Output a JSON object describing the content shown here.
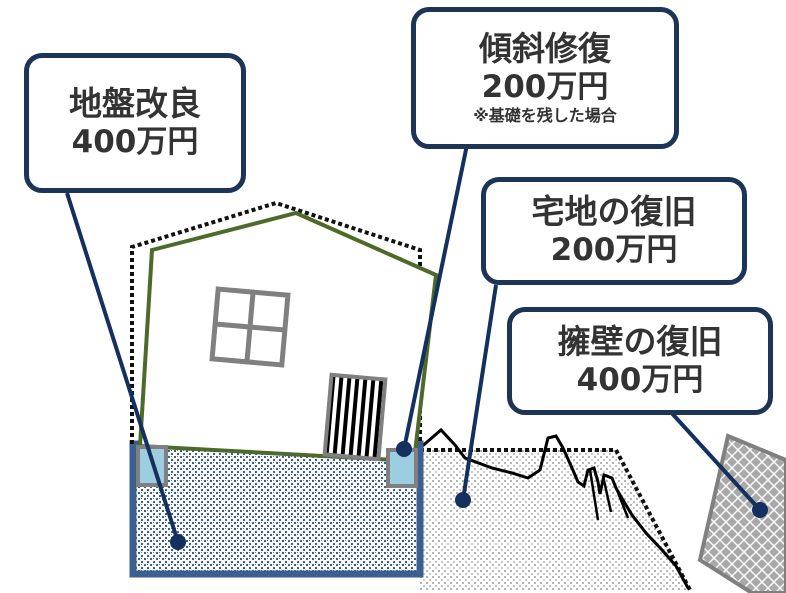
{
  "labels": {
    "ground_improvement": {
      "title": "地盤改良",
      "cost": "400万円"
    },
    "tilt_repair": {
      "title": "傾斜修復",
      "cost": "200万円",
      "note": "※基礎を残した場合"
    },
    "lot_restoration": {
      "title": "宅地の復旧",
      "cost": "200万円"
    },
    "retaining_wall": {
      "title": "擁壁の復旧",
      "cost": "400万円"
    }
  },
  "colors": {
    "label_border": "#1c3557",
    "leader_line": "#13305e",
    "house_outline": "#4e6a2a",
    "improved_ground": "#3c5f91",
    "foundation_pile": "#9dcde0",
    "cliff_line": "#000000"
  }
}
